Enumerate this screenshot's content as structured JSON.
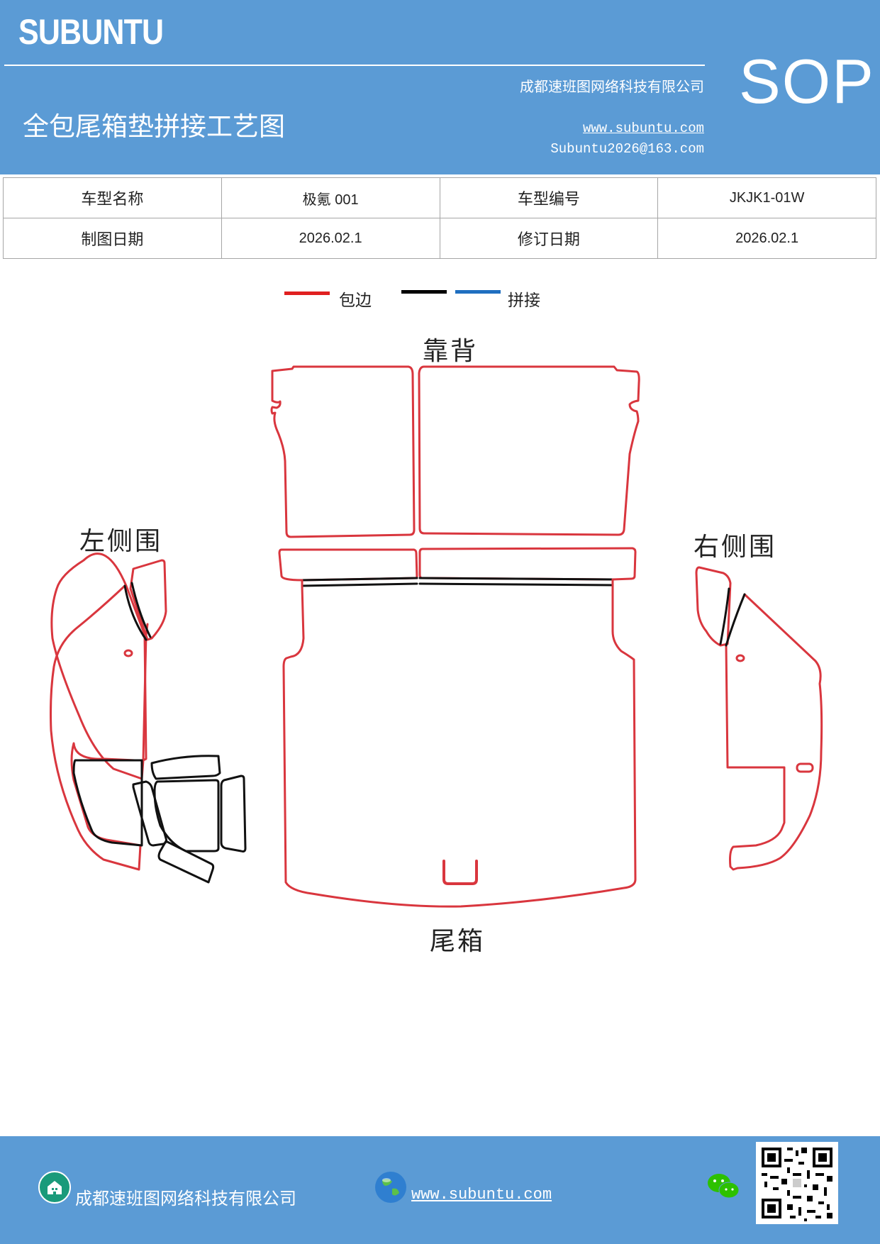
{
  "header": {
    "brand": "SUBUNTU",
    "company": "成都速班图网络科技有限公司",
    "title": "全包尾箱垫拼接工艺图",
    "website": "www.subuntu.com",
    "email": "Subuntu2026@163.com",
    "badge": "SOP"
  },
  "info_table": {
    "rows": [
      [
        "车型名称",
        "极氪 001",
        "车型编号",
        "JKJK1-01W"
      ],
      [
        "制图日期",
        "2026.02.1",
        "修订日期",
        "2026.02.1"
      ]
    ]
  },
  "legend": {
    "items": [
      {
        "label": "包边",
        "color": "#e02020"
      },
      {
        "label": "",
        "color": "#000000"
      },
      {
        "label": "拼接",
        "color": "#1f6fc0"
      }
    ]
  },
  "labels": {
    "backrest": "靠背",
    "left_side": "左侧围",
    "right_side": "右侧围",
    "trunk": "尾箱"
  },
  "colors": {
    "header_bg": "#5b9bd5",
    "edge_red": "#d9363e",
    "seam_black": "#111111"
  },
  "footer": {
    "company": "成都速班图网络科技有限公司",
    "website": "www.subuntu.com",
    "icons": [
      "building-icon",
      "globe-icon",
      "wechat-icon",
      "qr-code"
    ]
  }
}
